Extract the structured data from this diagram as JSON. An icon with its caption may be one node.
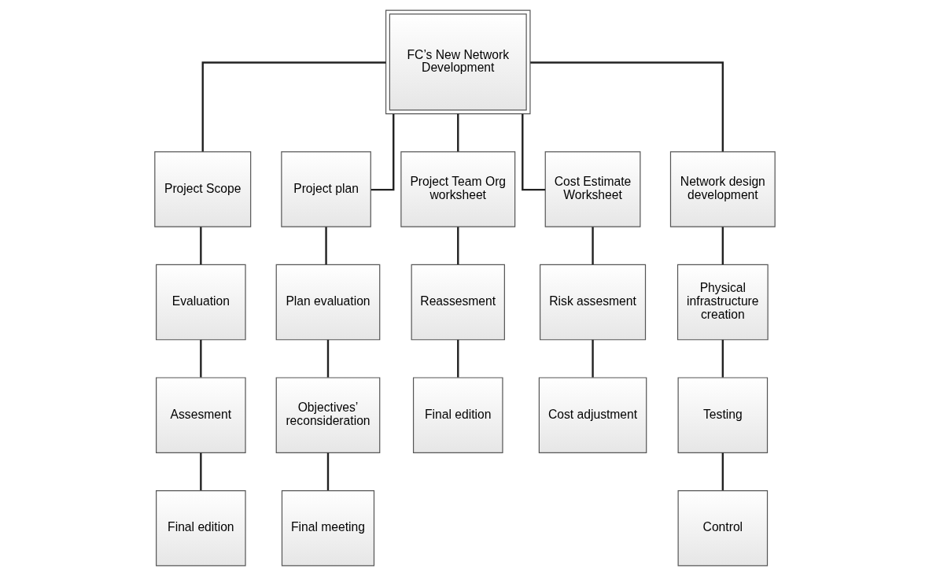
{
  "diagram": {
    "nodes": [
      {
        "text": [
          "FC’s New Network Development"
        ]
      },
      {
        "text": [
          "Project Scope"
        ]
      },
      {
        "text": [
          "Evaluation"
        ]
      },
      {
        "text": [
          "Assesment"
        ]
      },
      {
        "text": [
          "Final edition"
        ]
      },
      {
        "text": [
          "Project plan"
        ]
      },
      {
        "text": [
          "Plan evaluation"
        ]
      },
      {
        "text": [
          "Objectives’ reconsideration"
        ]
      },
      {
        "text": [
          "Final meeting"
        ]
      },
      {
        "text": [
          "Project Team Org worksheet"
        ]
      },
      {
        "text": [
          "Reassesment"
        ]
      },
      {
        "text": [
          "Final edition"
        ]
      },
      {
        "text": [
          "Cost Estimate Worksheet"
        ]
      },
      {
        "text": [
          "Risk assesment"
        ]
      },
      {
        "text": [
          "Cost adjustment"
        ]
      },
      {
        "text": [
          "Network design development"
        ]
      },
      {
        "text": [
          "Physical infrastructure creation"
        ]
      },
      {
        "text": [
          "Testing"
        ]
      },
      {
        "text": [
          "Control"
        ]
      }
    ],
    "edges": [
      {
        "from": 0,
        "to": 1,
        "arrow": "none"
      },
      {
        "from": 0,
        "to": 5,
        "arrow": "none"
      },
      {
        "from": 0,
        "to": 9,
        "arrow": "none"
      },
      {
        "from": 0,
        "to": 12,
        "arrow": "none"
      },
      {
        "from": 0,
        "to": 15,
        "arrow": "none"
      },
      {
        "from": 1,
        "to": 2,
        "arrow": "none"
      },
      {
        "from": 2,
        "to": 3,
        "arrow": "none"
      },
      {
        "from": 3,
        "to": 4,
        "arrow": "none"
      },
      {
        "from": 5,
        "to": 6,
        "arrow": "none"
      },
      {
        "from": 6,
        "to": 7,
        "arrow": "none"
      },
      {
        "from": 7,
        "to": 8,
        "arrow": "none"
      },
      {
        "from": 9,
        "to": 10,
        "arrow": "none"
      },
      {
        "from": 10,
        "to": 11,
        "arrow": "none"
      },
      {
        "from": 12,
        "to": 13,
        "arrow": "none"
      },
      {
        "from": 13,
        "to": 14,
        "arrow": "none"
      },
      {
        "from": 15,
        "to": 16,
        "arrow": "none"
      },
      {
        "from": 16,
        "to": 17,
        "arrow": "none"
      },
      {
        "from": 17,
        "to": 18,
        "arrow": "none"
      }
    ]
  }
}
